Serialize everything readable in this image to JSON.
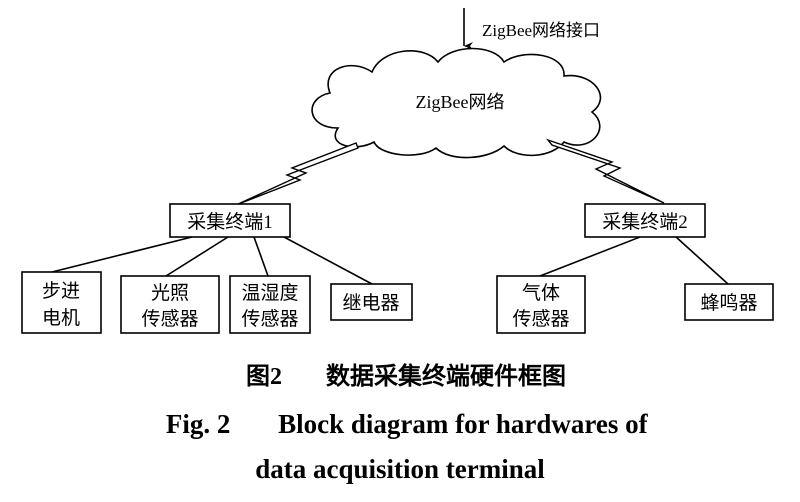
{
  "interface_label": "ZigBee网络接口",
  "network_label": "ZigBee网络",
  "terminals": [
    {
      "label": "采集终端1"
    },
    {
      "label": "采集终端2"
    }
  ],
  "devices": [
    {
      "line1": "步进",
      "line2": "电机"
    },
    {
      "line1": "光照",
      "line2": "传感器"
    },
    {
      "line1": "温湿度",
      "line2": "传感器"
    },
    {
      "line1": "继电器"
    },
    {
      "line1": "气体",
      "line2": "传感器"
    },
    {
      "line1": "蜂鸣器"
    }
  ],
  "caption": {
    "zh_number": "图2",
    "zh_title": "数据采集终端硬件框图",
    "en_number": "Fig. 2",
    "en_line1": "Block diagram for hardwares of",
    "en_line2": "data acquisition terminal"
  }
}
